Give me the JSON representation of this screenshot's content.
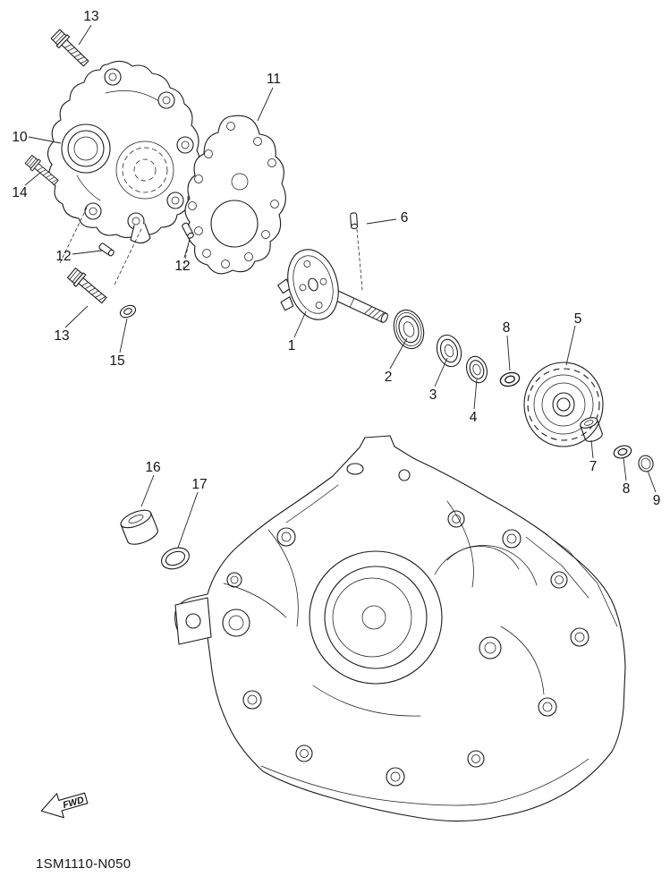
{
  "diagram": {
    "code": "1SM1110-N050",
    "fwd_label": "FWD",
    "background": "#ffffff",
    "ink_color": "#1c1c1c"
  },
  "callouts": [
    {
      "label": "13"
    },
    {
      "label": "10"
    },
    {
      "label": "14"
    },
    {
      "label": "12"
    },
    {
      "label": "13"
    },
    {
      "label": "15"
    },
    {
      "label": "11"
    },
    {
      "label": "12"
    },
    {
      "label": "1"
    },
    {
      "label": "6"
    },
    {
      "label": "2"
    },
    {
      "label": "3"
    },
    {
      "label": "4"
    },
    {
      "label": "8"
    },
    {
      "label": "5"
    },
    {
      "label": "7"
    },
    {
      "label": "8"
    },
    {
      "label": "9"
    },
    {
      "label": "16"
    },
    {
      "label": "17"
    }
  ]
}
